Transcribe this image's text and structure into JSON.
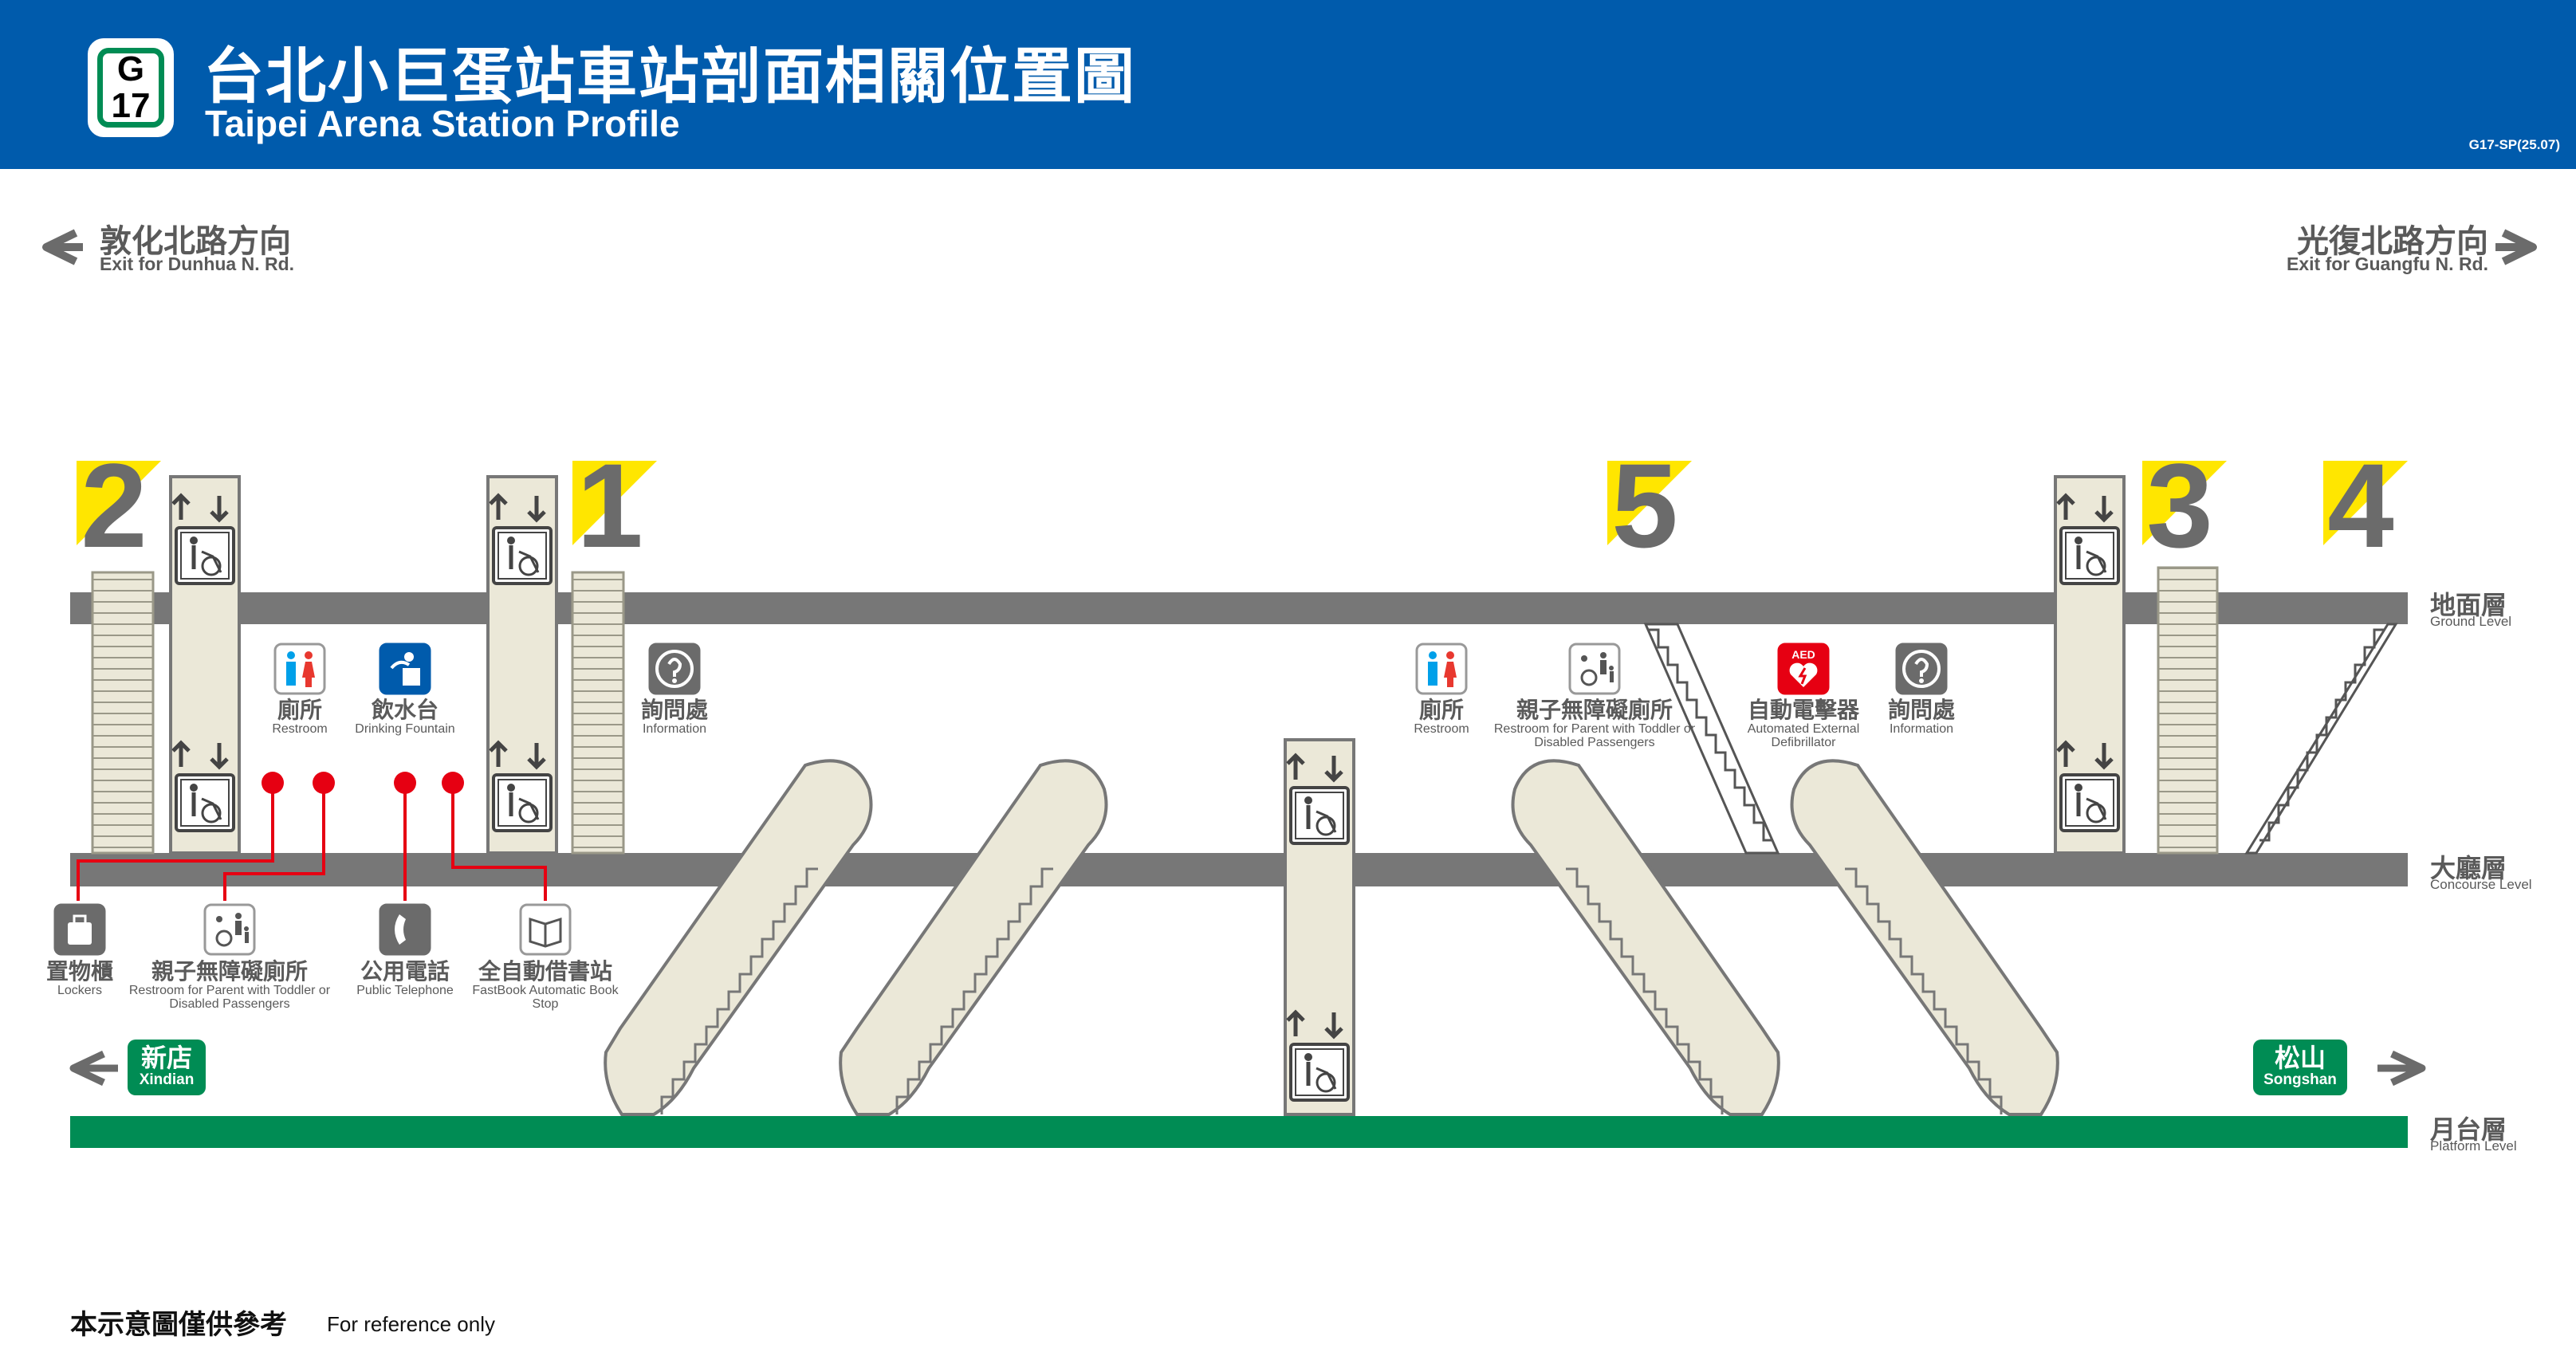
{
  "header": {
    "line_code": "G",
    "station_number": "17",
    "title_zh": "台北小巨蛋站車站剖面相關位置圖",
    "title_en": "Taipei Arena Station Profile",
    "map_code": "G17-SP(25.07)",
    "background_color": "#005bac",
    "line_color": "#008c54"
  },
  "exits_direction": {
    "left": {
      "zh": "敦化北路方向",
      "en": "Exit for Dunhua N. Rd."
    },
    "right": {
      "zh": "光復北路方向",
      "en": "Exit for Guangfu N. Rd."
    }
  },
  "exit_numbers": [
    "2",
    "1",
    "5",
    "3",
    "4"
  ],
  "levels": [
    {
      "zh": "地面層",
      "en": "Ground Level"
    },
    {
      "zh": "大廳層",
      "en": "Concourse Level"
    },
    {
      "zh": "月台層",
      "en": "Platform Level"
    }
  ],
  "concourse_facilities": [
    {
      "zh": "廁所",
      "en": "Restroom",
      "icon": "restroom-icon"
    },
    {
      "zh": "飲水台",
      "en": "Drinking Fountain",
      "icon": "drinking-fountain-icon"
    },
    {
      "zh": "詢問處",
      "en": "Information",
      "icon": "information-icon"
    },
    {
      "zh": "廁所",
      "en": "Restroom",
      "icon": "restroom-icon"
    },
    {
      "zh": "親子無障礙廁所",
      "en": "Restroom for Parent with Toddler or Disabled Passengers",
      "icon": "family-accessible-restroom-icon"
    },
    {
      "zh": "自動電擊器",
      "en": "Automated External Defibrillator",
      "icon": "aed-icon",
      "icon_text": "AED"
    },
    {
      "zh": "詢問處",
      "en": "Information",
      "icon": "information-icon"
    }
  ],
  "platform_facilities": [
    {
      "zh": "置物櫃",
      "en": "Lockers",
      "icon": "locker-icon"
    },
    {
      "zh": "親子無障礙廁所",
      "en": "Restroom for Parent with Toddler or Disabled Passengers",
      "icon": "family-accessible-restroom-icon"
    },
    {
      "zh": "公用電話",
      "en": "Public Telephone",
      "icon": "telephone-icon"
    },
    {
      "zh": "全自動借書站",
      "en": "FastBook Automatic Book Stop",
      "icon": "book-stop-icon"
    }
  ],
  "directions": {
    "left": {
      "zh": "新店",
      "en": "Xindian"
    },
    "right": {
      "zh": "松山",
      "en": "Songshan"
    }
  },
  "footer": {
    "zh": "本示意圖僅供參考",
    "en": "For reference only"
  },
  "colors": {
    "slab": "#777777",
    "platform": "#008c54",
    "fixture_fill": "#ebe8d8",
    "exit_marker": "#ffe600",
    "leader_line": "#e60012",
    "aed": "#e60012",
    "fountain": "#005bac"
  }
}
